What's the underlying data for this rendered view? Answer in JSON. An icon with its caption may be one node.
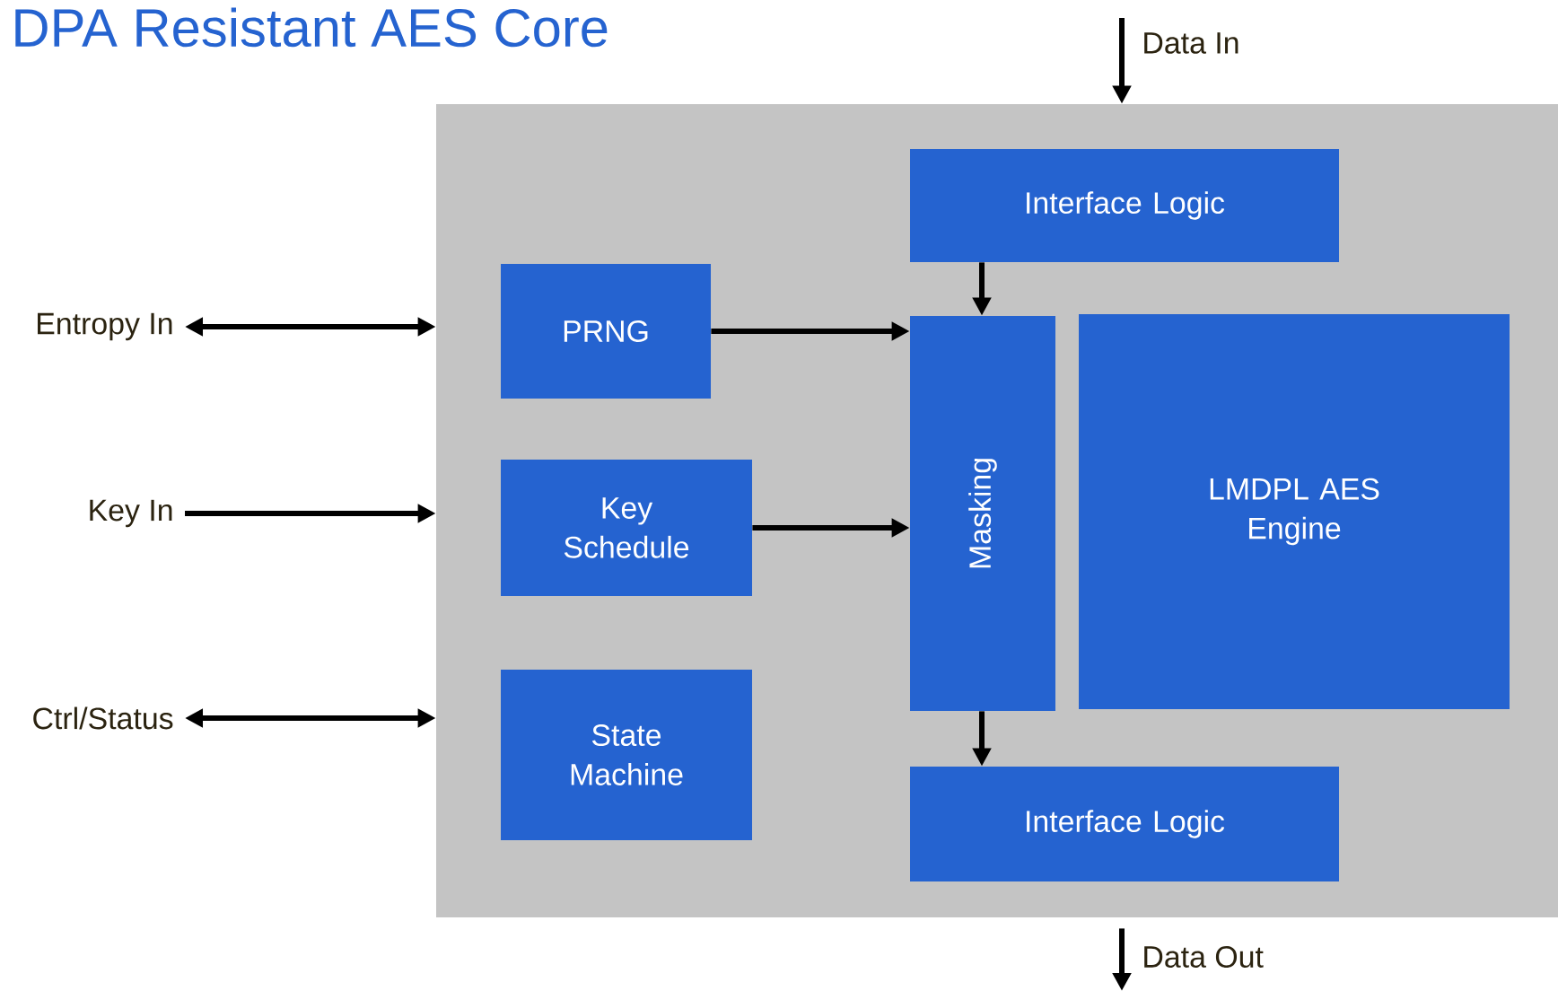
{
  "diagram": {
    "title": "DPA Resistant AES Core",
    "nodes": [
      {
        "text": [],
        "shape": "box"
      },
      {
        "text": [
          "Interface Logic"
        ],
        "in": 0
      },
      {
        "text": [
          "PRNG"
        ],
        "in": 0
      },
      {
        "text": [
          "Key Schedule"
        ],
        "in": 0
      },
      {
        "text": [
          "State Machine"
        ],
        "in": 0
      },
      {
        "text": [
          "Masking"
        ],
        "in": 0
      },
      {
        "text": [
          "LMDPL AES Engine"
        ],
        "in": 0
      },
      {
        "text": [
          "Interface Logic"
        ],
        "in": 0
      },
      {
        "text": [
          "Entropy In"
        ]
      },
      {
        "text": [
          "Key In"
        ]
      },
      {
        "text": [
          "Ctrl/Status"
        ]
      }
    ],
    "edges": [
      {
        "from": null,
        "to": 0,
        "arrow": "to",
        "label": "Data In"
      },
      {
        "from": 8,
        "to": 0,
        "arrow": "both"
      },
      {
        "from": 9,
        "to": 0,
        "arrow": "to"
      },
      {
        "from": 10,
        "to": 0,
        "arrow": "both"
      },
      {
        "from": 1,
        "to": 5,
        "arrow": "to"
      },
      {
        "from": 2,
        "to": 5,
        "arrow": "to"
      },
      {
        "from": 3,
        "to": 5,
        "arrow": "to"
      },
      {
        "from": 5,
        "to": 7,
        "arrow": "to"
      },
      {
        "from": 0,
        "to": null,
        "arrow": "to",
        "label": "Data Out"
      }
    ]
  }
}
